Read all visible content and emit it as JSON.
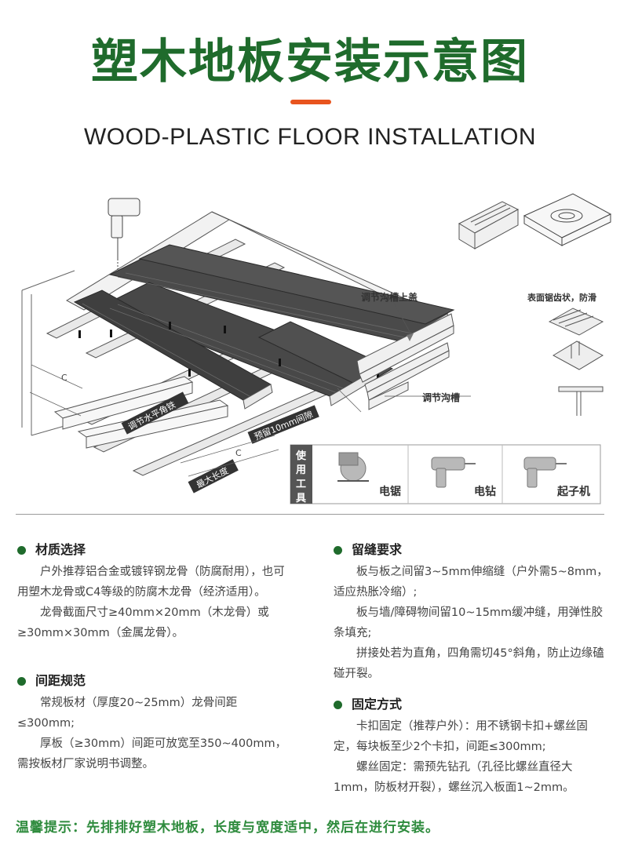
{
  "header": {
    "title": "塑木地板安装示意图",
    "subtitle": "WOOD-PLASTIC FLOOR INSTALLATION"
  },
  "diagram": {
    "labels": {
      "groove_cover": "调节沟槽上盖",
      "groove": "调节沟槽",
      "surface_note": "表面锯齿状，防滑",
      "level_bracket": "调节水平角铁",
      "gap_note": "预留10mm间隙",
      "max_length": "最大长度",
      "dim_c1": "C",
      "dim_c2": "C"
    },
    "tools": {
      "heading": "使用工具",
      "items": [
        {
          "name": "电锯",
          "icon": "circular-saw-icon"
        },
        {
          "name": "电钻",
          "icon": "electric-drill-icon"
        },
        {
          "name": "起子机",
          "icon": "screwdriver-drill-icon"
        }
      ]
    }
  },
  "sections": {
    "material": {
      "title": "材质选择",
      "paragraphs": [
        "户外推荐铝合金或镀锌钢龙骨（防腐耐用），也可用塑木龙骨或C4等级的防腐木龙骨（经济适用）。",
        "龙骨截面尺寸≥40mm×20mm（木龙骨）或≥30mm×30mm（金属龙骨）。"
      ]
    },
    "spacing": {
      "title": "间距规范",
      "paragraphs": [
        "常规板材（厚度20~25mm）龙骨间距≤300mm;",
        "厚板（≥30mm）间距可放宽至350~400mm，需按板材厂家说明书调整。"
      ]
    },
    "gap": {
      "title": "留缝要求",
      "paragraphs": [
        "板与板之间留3~5mm伸缩缝（户外需5~8mm，适应热胀冷缩）;",
        "板与墙/障碍物间留10~15mm缓冲缝，用弹性胶条填充;",
        "拼接处若为直角，四角需切45°斜角，防止边缘磕碰开裂。"
      ]
    },
    "fixing": {
      "title": "固定方式",
      "paragraphs": [
        "卡扣固定（推荐户外）：用不锈钢卡扣+螺丝固定，每块板至少2个卡扣，间距≤300mm;",
        "螺丝固定：需预先钻孔（孔径比螺丝直径大1mm，防板材开裂），螺丝沉入板面1~2mm。"
      ]
    }
  },
  "tip": "温馨提示：先排排好塑木地板，长度与宽度适中，然后在进行安装。",
  "colors": {
    "brand_green": "#1f6b2c",
    "accent_orange": "#e8541e",
    "board_dark": "#4a4a4a",
    "tip_green": "#2e8b3d"
  }
}
